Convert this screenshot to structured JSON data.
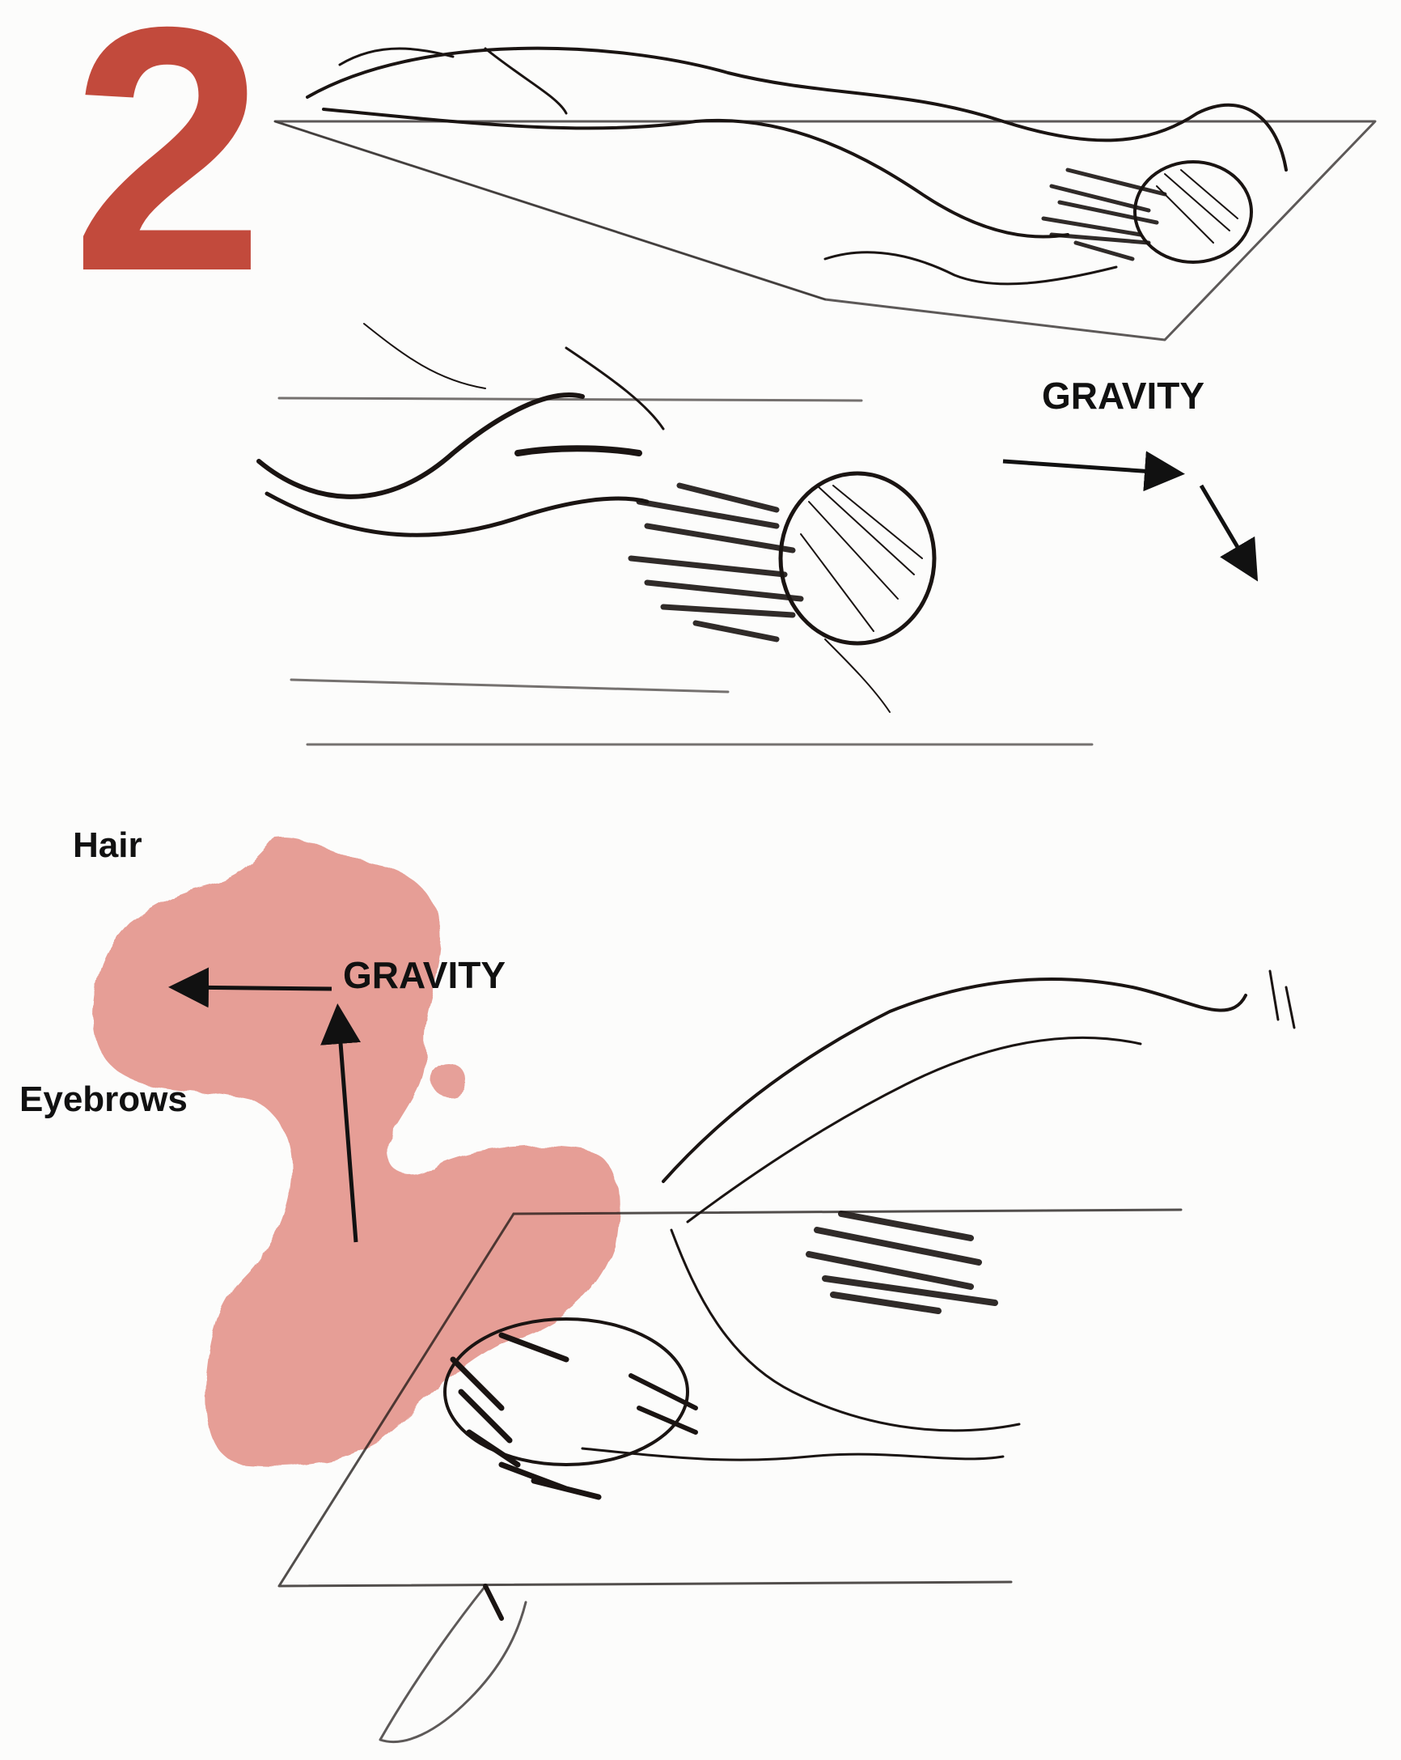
{
  "figure": {
    "number": "2",
    "accent_color": "#c24a3c",
    "stain_color": "#e08a80",
    "ink_color": "#1a1412"
  },
  "labels": {
    "gravity_top": "GRAVITY",
    "gravity_bottom": "GRAVITY",
    "hair": "Hair",
    "eyebrows": "Eyebrows"
  },
  "icons": {
    "gravity_top_arrow_right": "arrow-right-icon",
    "gravity_top_arrow_down": "arrow-down-right-icon",
    "gravity_bottom_arrow_left": "arrow-left-icon",
    "gravity_bottom_arrow_up": "arrow-up-icon"
  }
}
